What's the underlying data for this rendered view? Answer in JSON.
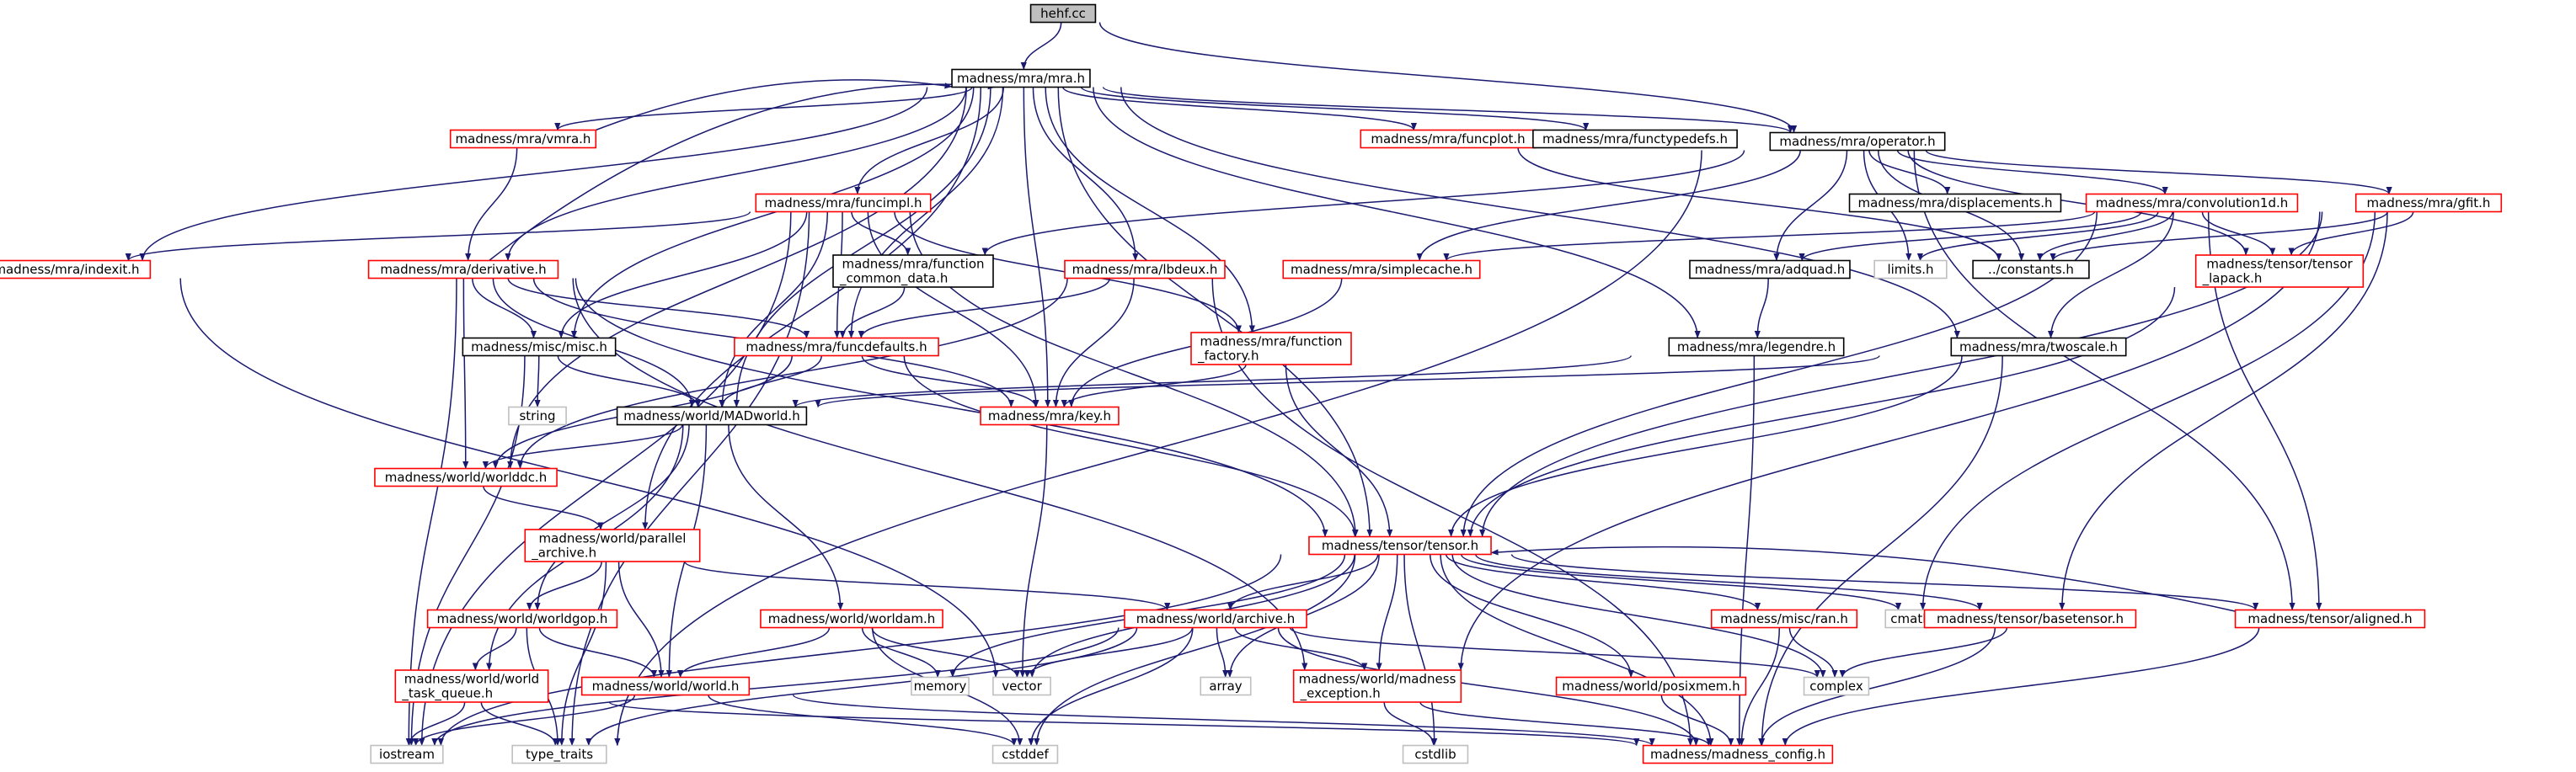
{
  "graph": {
    "root": "hehf.cc",
    "nodes": [
      {
        "id": "hehf",
        "lines": [
          "hehf.cc"
        ],
        "kind": "root"
      },
      {
        "id": "mra",
        "lines": [
          "madness/mra/mra.h"
        ],
        "kind": "doc"
      },
      {
        "id": "vmra",
        "lines": [
          "madness/mra/vmra.h"
        ],
        "kind": "partial"
      },
      {
        "id": "funcplot",
        "lines": [
          "madness/mra/funcplot.h"
        ],
        "kind": "partial"
      },
      {
        "id": "functypedefs",
        "lines": [
          "madness/mra/functypedefs.h"
        ],
        "kind": "doc"
      },
      {
        "id": "operator",
        "lines": [
          "madness/mra/operator.h"
        ],
        "kind": "doc"
      },
      {
        "id": "indexit",
        "lines": [
          "madness/mra/indexit.h"
        ],
        "kind": "partial"
      },
      {
        "id": "derivative",
        "lines": [
          "madness/mra/derivative.h"
        ],
        "kind": "partial"
      },
      {
        "id": "funcimpl",
        "lines": [
          "madness/mra/funcimpl.h"
        ],
        "kind": "partial"
      },
      {
        "id": "fcd",
        "lines": [
          "madness/mra/function",
          "_common_data.h"
        ],
        "kind": "doc"
      },
      {
        "id": "lbdeux",
        "lines": [
          "madness/mra/lbdeux.h"
        ],
        "kind": "partial"
      },
      {
        "id": "displacements",
        "lines": [
          "madness/mra/displacements.h"
        ],
        "kind": "doc"
      },
      {
        "id": "convolution1d",
        "lines": [
          "madness/mra/convolution1d.h"
        ],
        "kind": "partial"
      },
      {
        "id": "gfit",
        "lines": [
          "madness/mra/gfit.h"
        ],
        "kind": "partial"
      },
      {
        "id": "simplecache",
        "lines": [
          "madness/mra/simplecache.h"
        ],
        "kind": "partial"
      },
      {
        "id": "adquad",
        "lines": [
          "madness/mra/adquad.h"
        ],
        "kind": "doc"
      },
      {
        "id": "limits",
        "lines": [
          "limits.h"
        ],
        "kind": "system"
      },
      {
        "id": "constants",
        "lines": [
          "../constants.h"
        ],
        "kind": "doc"
      },
      {
        "id": "tlapack",
        "lines": [
          "madness/tensor/tensor",
          "_lapack.h"
        ],
        "kind": "partial"
      },
      {
        "id": "misc",
        "lines": [
          "madness/misc/misc.h"
        ],
        "kind": "doc"
      },
      {
        "id": "funcdefaults",
        "lines": [
          "madness/mra/funcdefaults.h"
        ],
        "kind": "partial"
      },
      {
        "id": "ffactory",
        "lines": [
          "madness/mra/function",
          "_factory.h"
        ],
        "kind": "partial"
      },
      {
        "id": "legendre",
        "lines": [
          "madness/mra/legendre.h"
        ],
        "kind": "doc"
      },
      {
        "id": "twoscale",
        "lines": [
          "madness/mra/twoscale.h"
        ],
        "kind": "doc"
      },
      {
        "id": "string",
        "lines": [
          "string"
        ],
        "kind": "system"
      },
      {
        "id": "madworld",
        "lines": [
          "madness/world/MADworld.h"
        ],
        "kind": "doc"
      },
      {
        "id": "key",
        "lines": [
          "madness/mra/key.h"
        ],
        "kind": "partial"
      },
      {
        "id": "worlddc",
        "lines": [
          "madness/world/worlddc.h"
        ],
        "kind": "partial"
      },
      {
        "id": "parchive",
        "lines": [
          "madness/world/parallel",
          "_archive.h"
        ],
        "kind": "partial"
      },
      {
        "id": "tensor",
        "lines": [
          "madness/tensor/tensor.h"
        ],
        "kind": "partial"
      },
      {
        "id": "worldgop",
        "lines": [
          "madness/world/worldgop.h"
        ],
        "kind": "partial"
      },
      {
        "id": "worldam",
        "lines": [
          "madness/world/worldam.h"
        ],
        "kind": "partial"
      },
      {
        "id": "archive",
        "lines": [
          "madness/world/archive.h"
        ],
        "kind": "partial"
      },
      {
        "id": "ran",
        "lines": [
          "madness/misc/ran.h"
        ],
        "kind": "partial"
      },
      {
        "id": "cmath",
        "lines": [
          "cmath"
        ],
        "kind": "system"
      },
      {
        "id": "basetensor",
        "lines": [
          "madness/tensor/basetensor.h"
        ],
        "kind": "partial"
      },
      {
        "id": "aligned",
        "lines": [
          "madness/tensor/aligned.h"
        ],
        "kind": "partial"
      },
      {
        "id": "wtq",
        "lines": [
          "madness/world/world",
          "_task_queue.h"
        ],
        "kind": "partial"
      },
      {
        "id": "world",
        "lines": [
          "madness/world/world.h"
        ],
        "kind": "partial"
      },
      {
        "id": "memory",
        "lines": [
          "memory"
        ],
        "kind": "system"
      },
      {
        "id": "vector",
        "lines": [
          "vector"
        ],
        "kind": "system"
      },
      {
        "id": "array",
        "lines": [
          "array"
        ],
        "kind": "system"
      },
      {
        "id": "mexception",
        "lines": [
          "madness/world/madness",
          "_exception.h"
        ],
        "kind": "partial"
      },
      {
        "id": "complex",
        "lines": [
          "complex"
        ],
        "kind": "system"
      },
      {
        "id": "posixmem",
        "lines": [
          "madness/world/posixmem.h"
        ],
        "kind": "partial"
      },
      {
        "id": "iostream",
        "lines": [
          "iostream"
        ],
        "kind": "system"
      },
      {
        "id": "typetraits",
        "lines": [
          "type_traits"
        ],
        "kind": "system"
      },
      {
        "id": "cstddef",
        "lines": [
          "cstddef"
        ],
        "kind": "system"
      },
      {
        "id": "cstdlib",
        "lines": [
          "cstdlib"
        ],
        "kind": "system"
      },
      {
        "id": "mconfig",
        "lines": [
          "madness/madness_config.h"
        ],
        "kind": "partial"
      }
    ],
    "edges": [
      [
        "hehf",
        "mra"
      ],
      [
        "hehf",
        "operator"
      ],
      [
        "mra",
        "vmra"
      ],
      [
        "mra",
        "funcplot"
      ],
      [
        "mra",
        "functypedefs"
      ],
      [
        "mra",
        "operator"
      ],
      [
        "mra",
        "indexit"
      ],
      [
        "mra",
        "derivative"
      ],
      [
        "mra",
        "funcimpl"
      ],
      [
        "mra",
        "lbdeux"
      ],
      [
        "mra",
        "misc"
      ],
      [
        "mra",
        "funcdefaults"
      ],
      [
        "mra",
        "ffactory"
      ],
      [
        "mra",
        "legendre"
      ],
      [
        "mra",
        "twoscale"
      ],
      [
        "mra",
        "madworld"
      ],
      [
        "mra",
        "key"
      ],
      [
        "mra",
        "worlddc"
      ],
      [
        "mra",
        "parchive"
      ],
      [
        "mra",
        "tensor"
      ],
      [
        "vmra",
        "mra"
      ],
      [
        "vmra",
        "derivative"
      ],
      [
        "funcplot",
        "constants"
      ],
      [
        "operator",
        "fcd"
      ],
      [
        "operator",
        "displacements"
      ],
      [
        "operator",
        "convolution1d"
      ],
      [
        "operator",
        "gfit"
      ],
      [
        "operator",
        "simplecache"
      ],
      [
        "operator",
        "adquad"
      ],
      [
        "operator",
        "limits"
      ],
      [
        "operator",
        "constants"
      ],
      [
        "operator",
        "tlapack"
      ],
      [
        "operator",
        "aligned"
      ],
      [
        "operator",
        "typetraits"
      ],
      [
        "indexit",
        "vector"
      ],
      [
        "derivative",
        "mra"
      ],
      [
        "derivative",
        "misc"
      ],
      [
        "derivative",
        "funcdefaults"
      ],
      [
        "derivative",
        "madworld"
      ],
      [
        "derivative",
        "key"
      ],
      [
        "derivative",
        "worlddc"
      ],
      [
        "derivative",
        "tensor"
      ],
      [
        "derivative",
        "iostream"
      ],
      [
        "derivative",
        "mexception"
      ],
      [
        "funcimpl",
        "fcd"
      ],
      [
        "funcimpl",
        "misc"
      ],
      [
        "funcimpl",
        "funcdefaults"
      ],
      [
        "funcimpl",
        "ffactory"
      ],
      [
        "funcimpl",
        "madworld"
      ],
      [
        "funcimpl",
        "key"
      ],
      [
        "funcimpl",
        "tensor"
      ],
      [
        "funcimpl",
        "indexit"
      ],
      [
        "funcimpl",
        "iostream"
      ],
      [
        "funcimpl",
        "typetraits"
      ],
      [
        "fcd",
        "funcdefaults"
      ],
      [
        "lbdeux",
        "funcdefaults"
      ],
      [
        "lbdeux",
        "key"
      ],
      [
        "lbdeux",
        "worlddc"
      ],
      [
        "lbdeux",
        "mconfig"
      ],
      [
        "convolution1d",
        "simplecache"
      ],
      [
        "convolution1d",
        "adquad"
      ],
      [
        "convolution1d",
        "limits"
      ],
      [
        "convolution1d",
        "constants"
      ],
      [
        "convolution1d",
        "tlapack"
      ],
      [
        "convolution1d",
        "twoscale"
      ],
      [
        "convolution1d",
        "tensor"
      ],
      [
        "convolution1d",
        "aligned"
      ],
      [
        "gfit",
        "constants"
      ],
      [
        "gfit",
        "tlapack"
      ],
      [
        "gfit",
        "tensor"
      ],
      [
        "gfit",
        "cmath"
      ],
      [
        "gfit",
        "basetensor"
      ],
      [
        "gfit",
        "mexception"
      ],
      [
        "simplecache",
        "key"
      ],
      [
        "adquad",
        "legendre"
      ],
      [
        "tlapack",
        "tensor"
      ],
      [
        "misc",
        "string"
      ],
      [
        "misc",
        "madworld"
      ],
      [
        "misc",
        "iostream"
      ],
      [
        "funcdefaults",
        "madworld"
      ],
      [
        "funcdefaults",
        "key"
      ],
      [
        "funcdefaults",
        "worlddc"
      ],
      [
        "funcdefaults",
        "tensor"
      ],
      [
        "ffactory",
        "key"
      ],
      [
        "ffactory",
        "tensor"
      ],
      [
        "legendre",
        "madworld"
      ],
      [
        "legendre",
        "mconfig"
      ],
      [
        "twoscale",
        "madworld"
      ],
      [
        "twoscale",
        "tensor"
      ],
      [
        "twoscale",
        "mconfig"
      ],
      [
        "madworld",
        "worlddc"
      ],
      [
        "madworld",
        "worldgop"
      ],
      [
        "madworld",
        "worldam"
      ],
      [
        "madworld",
        "world"
      ],
      [
        "madworld",
        "wtq"
      ],
      [
        "key",
        "vector"
      ],
      [
        "worlddc",
        "parchive"
      ],
      [
        "parchive",
        "archive"
      ],
      [
        "parchive",
        "worldgop"
      ],
      [
        "parchive",
        "world"
      ],
      [
        "parchive",
        "typetraits"
      ],
      [
        "tensor",
        "archive"
      ],
      [
        "tensor",
        "ran"
      ],
      [
        "tensor",
        "cmath"
      ],
      [
        "tensor",
        "basetensor"
      ],
      [
        "tensor",
        "aligned"
      ],
      [
        "tensor",
        "posixmem"
      ],
      [
        "tensor",
        "mexception"
      ],
      [
        "tensor",
        "memory"
      ],
      [
        "tensor",
        "vector"
      ],
      [
        "tensor",
        "array"
      ],
      [
        "tensor",
        "complex"
      ],
      [
        "tensor",
        "cstdlib"
      ],
      [
        "tensor",
        "cstddef"
      ],
      [
        "tensor",
        "mconfig"
      ],
      [
        "tensor",
        "iostream"
      ],
      [
        "worldgop",
        "wtq"
      ],
      [
        "worldgop",
        "world"
      ],
      [
        "worldgop",
        "typetraits"
      ],
      [
        "worldam",
        "memory"
      ],
      [
        "worldam",
        "vector"
      ],
      [
        "worldam",
        "world"
      ],
      [
        "worldam",
        "cstddef"
      ],
      [
        "archive",
        "mexception"
      ],
      [
        "archive",
        "array"
      ],
      [
        "archive",
        "vector"
      ],
      [
        "archive",
        "complex"
      ],
      [
        "archive",
        "iostream"
      ],
      [
        "archive",
        "typetraits"
      ],
      [
        "archive",
        "cstddef"
      ],
      [
        "archive",
        "mconfig"
      ],
      [
        "ran",
        "complex"
      ],
      [
        "ran",
        "mconfig"
      ],
      [
        "basetensor",
        "complex"
      ],
      [
        "basetensor",
        "mconfig"
      ],
      [
        "aligned",
        "tensor"
      ],
      [
        "aligned",
        "mconfig"
      ],
      [
        "wtq",
        "typetraits"
      ],
      [
        "wtq",
        "iostream"
      ],
      [
        "wtq",
        "mconfig"
      ],
      [
        "world",
        "iostream"
      ],
      [
        "world",
        "cstddef"
      ],
      [
        "world",
        "mconfig"
      ],
      [
        "mexception",
        "cstdlib"
      ],
      [
        "mexception",
        "mconfig"
      ],
      [
        "posixmem",
        "mconfig"
      ]
    ]
  }
}
